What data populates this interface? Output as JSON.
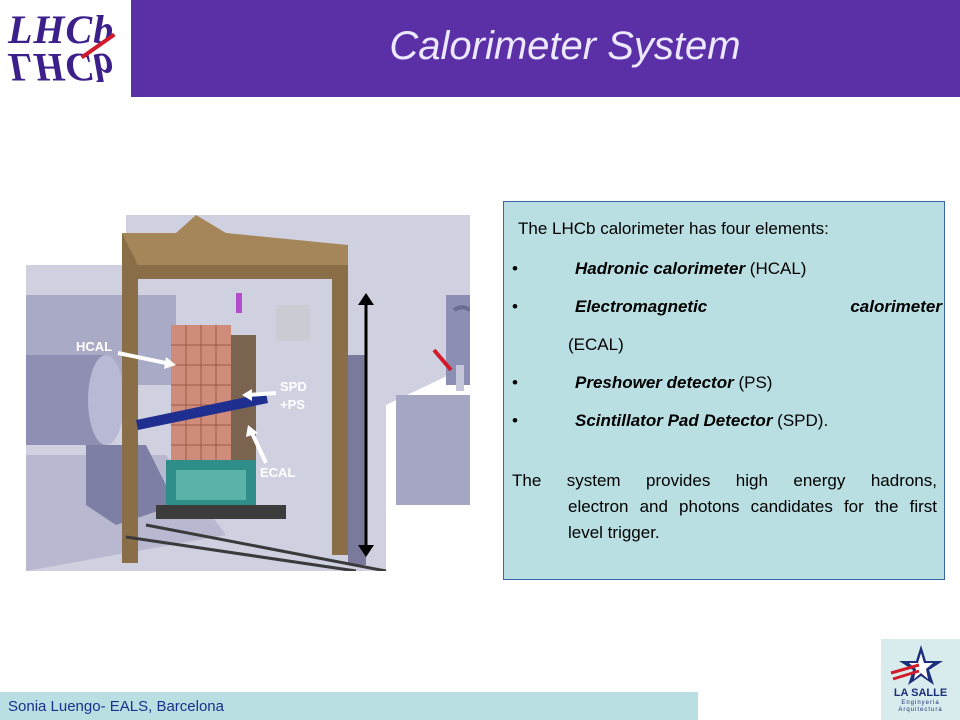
{
  "header": {
    "logo_text": "LHCb",
    "title": "Calorimeter System",
    "colors": {
      "band": "#5b2fa5",
      "title": "#ece8ff",
      "logo": "#3c1f8a"
    }
  },
  "figure": {
    "labels": {
      "hcal": "HCAL",
      "spd_ps_line1": "SPD",
      "spd_ps_line2": "+PS",
      "ecal": "ECAL"
    }
  },
  "textbox": {
    "intro": "The LHCb calorimeter  has four elements:",
    "bullet_symbol": "•",
    "bullets": [
      {
        "name": "Hadronic calorimeter",
        "abbr": "(HCAL)"
      },
      {
        "name_word1": "Electromagnetic",
        "name_word2": "calorimeter",
        "abbr": "(ECAL)"
      },
      {
        "name": "Preshower detector",
        "abbr": "(PS)"
      },
      {
        "name": "Scintillator Pad Detector",
        "abbr": "(SPD)."
      }
    ],
    "paragraph_line1": "The system provides high energy hadrons,",
    "paragraph_rest": "electron and photons candidates for the first level trigger.",
    "colors": {
      "background": "#b9dfe3",
      "border": "#3d64a8"
    }
  },
  "footer": {
    "text": "Sonia Luengo- EALS, Barcelona",
    "color": "#1c2f8a"
  },
  "lasalle_logo": {
    "name": "LA SALLE",
    "sub1": "Enginyeria",
    "sub2": "Arquitectura"
  }
}
